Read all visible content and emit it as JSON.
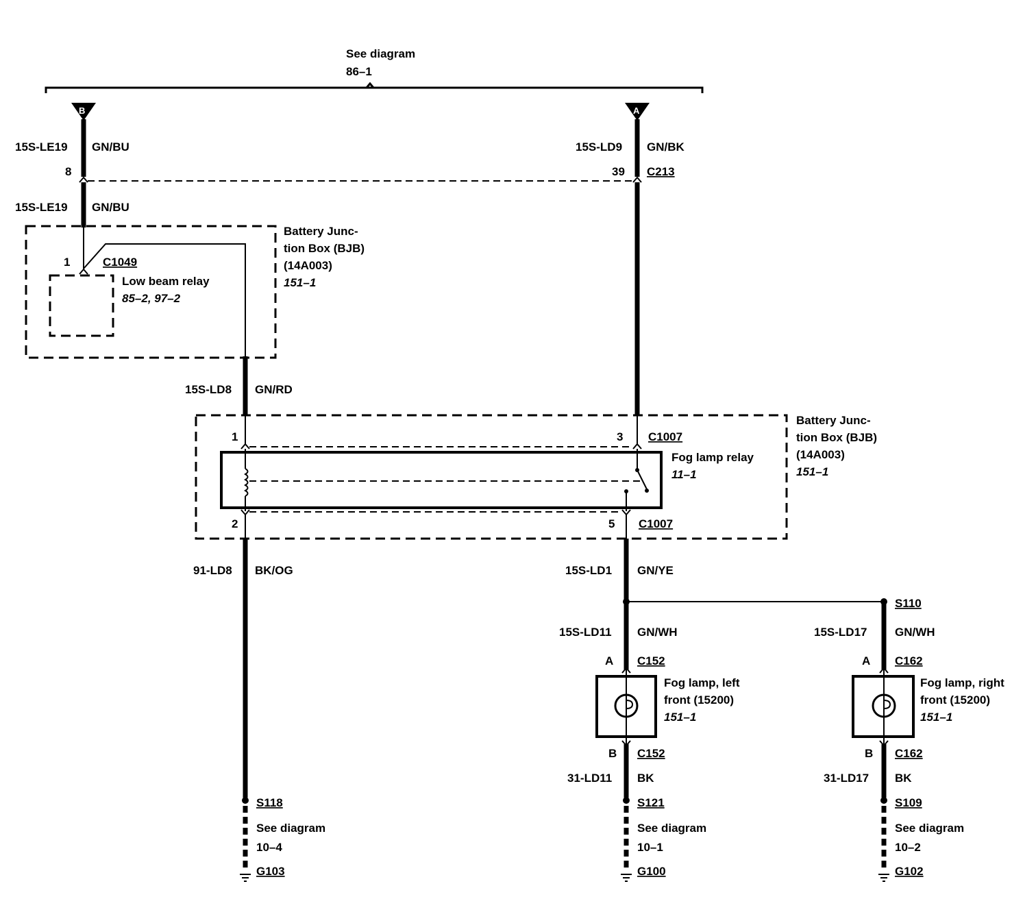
{
  "top": {
    "see_text": "See diagram",
    "see_ref": "86–1",
    "conn_b": "B",
    "conn_a": "A"
  },
  "wires": {
    "le19_a": {
      "circuit": "15S-LE19",
      "color": "GN/BU"
    },
    "le19_b": {
      "circuit": "15S-LE19",
      "color": "GN/BU"
    },
    "ld9": {
      "circuit": "15S-LD9",
      "color": "GN/BK"
    },
    "ld8": {
      "circuit": "15S-LD8",
      "color": "GN/RD"
    },
    "ld8g": {
      "circuit": "91-LD8",
      "color": "BK/OG"
    },
    "ld1": {
      "circuit": "15S-LD1",
      "color": "GN/YE"
    },
    "ld11": {
      "circuit": "15S-LD11",
      "color": "GN/WH"
    },
    "ld17": {
      "circuit": "15S-LD17",
      "color": "GN/WH"
    },
    "ld11g": {
      "circuit": "31-LD11",
      "color": "BK"
    },
    "ld17g": {
      "circuit": "31-LD17",
      "color": "BK"
    }
  },
  "pins": {
    "c213_left": "8",
    "c213_right": "39",
    "c213": "C213",
    "c1049_pin": "1",
    "c1049": "C1049",
    "c1007_1": "1",
    "c1007_3": "3",
    "c1007_top": "C1007",
    "c1007_2": "2",
    "c1007_5": "5",
    "c1007_bot": "C1007",
    "c152_a": "A",
    "c152_top": "C152",
    "c152_b": "B",
    "c152_bot": "C152",
    "c162_a": "A",
    "c162_top": "C162",
    "c162_b": "B",
    "c162_bot": "C162"
  },
  "bjb1": {
    "l1": "Battery Junc-",
    "l2": "tion Box (BJB)",
    "l3": "(14A003)",
    "l4": "151–1"
  },
  "low_beam": {
    "l1": "Low beam relay",
    "l2": "85–2, 97–2"
  },
  "bjb2": {
    "l1": "Battery Junc-",
    "l2": "tion Box (BJB)",
    "l3": "(14A003)",
    "l4": "151–1"
  },
  "fog_relay": {
    "l1": "Fog lamp relay",
    "l2": "11–1"
  },
  "splice_s110": "S110",
  "lamp_left": {
    "l1": "Fog lamp, left",
    "l2": "front (15200)",
    "l3": "151–1"
  },
  "lamp_right": {
    "l1": "Fog lamp, right",
    "l2": "front (15200)",
    "l3": "151–1"
  },
  "grounds": [
    {
      "splice": "S118",
      "see": "See diagram",
      "ref": "10–4",
      "ground": "G103"
    },
    {
      "splice": "S121",
      "see": "See diagram",
      "ref": "10–1",
      "ground": "G100"
    },
    {
      "splice": "S109",
      "see": "See diagram",
      "ref": "10–2",
      "ground": "G102"
    }
  ]
}
